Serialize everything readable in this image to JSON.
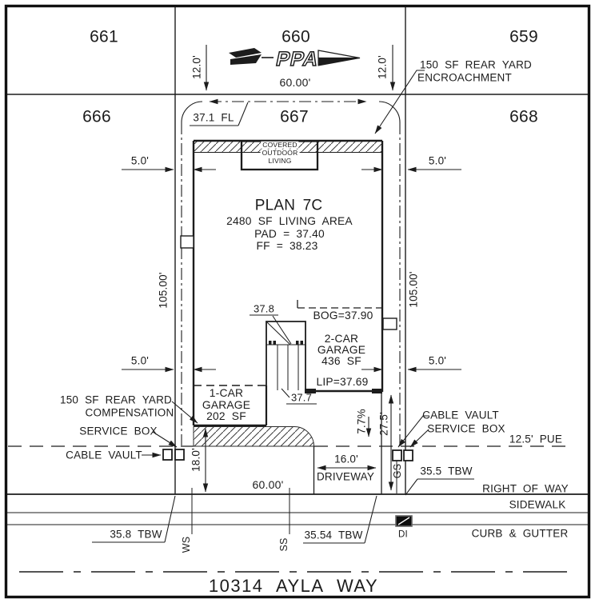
{
  "street": {
    "name": "10314 AYLA WAY"
  },
  "lots": {
    "l661": "661",
    "l660": "660",
    "l659": "659",
    "l666": "666",
    "l667": "667",
    "l668": "668"
  },
  "logo": {
    "text": "PPA"
  },
  "dims": {
    "rear_width": "60.00'",
    "front_width": "60.00'",
    "depth_left": "105.00'",
    "depth_right": "105.00'",
    "rear_tie_left": "12.0'",
    "rear_tie_right": "12.0'",
    "side_setback": "5.0'",
    "driveway_width": "16.0'",
    "driveway_word": "DRIVEWAY",
    "driveway_depth": "27.5'",
    "front_setback": "18.0'",
    "slope": "7.7%",
    "pue": "12.5' PUE"
  },
  "house": {
    "plan": "PLAN 7C",
    "living_area": "2480 SF LIVING AREA",
    "pad": "PAD = 37.40",
    "ff": "FF = 38.23",
    "covered_l1": "COVERED",
    "covered_l2": "OUTDOOR",
    "covered_l3": "LIVING",
    "garage2_bog": "BOG=37.90",
    "garage2_l1": "2-CAR",
    "garage2_l2": "GARAGE",
    "garage2_l3": "436 SF",
    "garage2_lip": "LIP=37.69",
    "garage1_l1": "1-CAR",
    "garage1_l2": "GARAGE",
    "garage1_l3": "202 SF"
  },
  "elevations": {
    "fl": "37.1 FL",
    "stair_top": "37.8",
    "stair_bottom": "37.7",
    "tbw_left": "35.8 TBW",
    "tbw_center": "35.54 TBW",
    "tbw_right": "35.5 TBW"
  },
  "callouts": {
    "encroachment_l1": "150 SF REAR YARD",
    "encroachment_l2": "ENCROACHMENT",
    "compensation_l1": "150 SF REAR YARD",
    "compensation_l2": "COMPENSATION",
    "service_box_left": "SERVICE BOX",
    "cable_vault_left": "CABLE VAULT",
    "cable_vault_right": "CABLE VAULT",
    "service_box_right": "SERVICE BOX"
  },
  "street_band": {
    "right_of_way": "RIGHT OF WAY",
    "sidewalk": "SIDEWALK",
    "curb_gutter": "CURB & GUTTER",
    "di": "DI",
    "gs": "GS",
    "ws": "WS",
    "ss": "SS"
  },
  "colors": {
    "ink": "#1c1c1c",
    "paper": "#ffffff"
  }
}
